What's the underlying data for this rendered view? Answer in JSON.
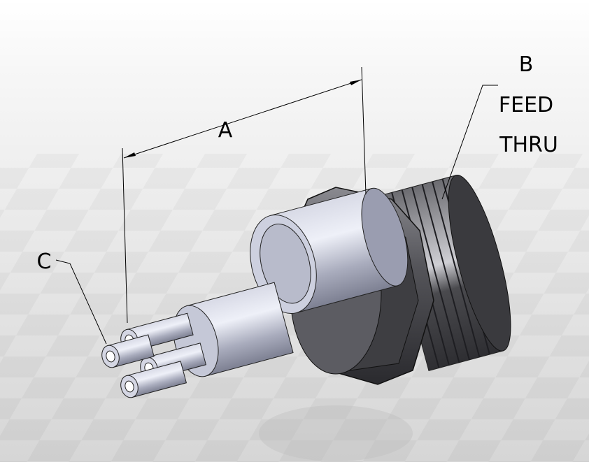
{
  "labels": {
    "dim_a": "A",
    "dim_b_line1": "B",
    "dim_b_line2": "FEED",
    "dim_b_line3": "THRU",
    "dim_c": "C"
  },
  "colors": {
    "body": "#b9bccb",
    "nut": "#4a4a4e",
    "background_top": "#ffffff",
    "background_bottom": "#d9d9d9"
  }
}
